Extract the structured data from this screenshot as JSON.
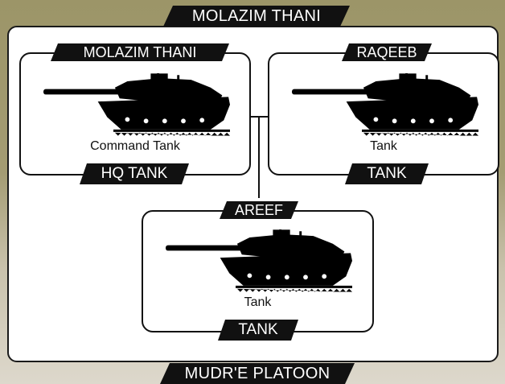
{
  "header": {
    "title": "MOLAZIM THANI"
  },
  "footer": {
    "title": "MUDR'E PLATOON"
  },
  "units": [
    {
      "rank": "MOLAZIM THANI",
      "name": "Command Tank",
      "role": "HQ TANK",
      "icon": "tank-silhouette"
    },
    {
      "rank": "RAQEEB",
      "name": "Tank",
      "role": "TANK",
      "icon": "tank-silhouette"
    },
    {
      "rank": "AREEF",
      "name": "Tank",
      "role": "TANK",
      "icon": "tank-silhouette"
    }
  ]
}
